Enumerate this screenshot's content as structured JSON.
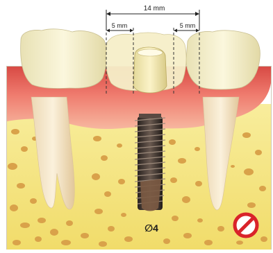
{
  "dimensions": {
    "total_width_label": "14 mm",
    "left_gap_label": "5 mm",
    "right_gap_label": "5 mm",
    "implant_diameter_label": "∅4"
  },
  "icons": {
    "warning": "prohibited-sign-icon"
  },
  "colors": {
    "gum": "#e86a5e",
    "bone": "#f3e27a",
    "bone_pore": "#d9a24a",
    "tooth": "#f3edc8",
    "implant_dark": "#3d332e",
    "prohibited_red": "#d9232a"
  }
}
